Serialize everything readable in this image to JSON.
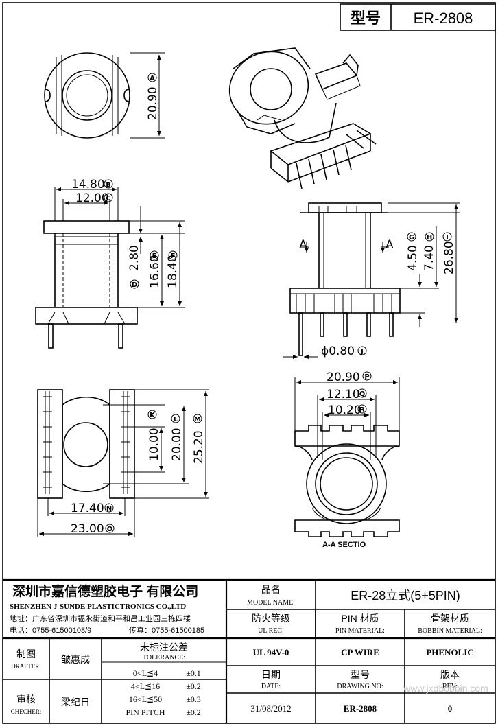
{
  "header": {
    "type_label": "型号",
    "part_number": "ER-2808"
  },
  "views": {
    "top_dims": {
      "A": "20.90"
    },
    "front_dims": {
      "B": "14.80",
      "C": "12.00",
      "D": "2.80",
      "E": "16.60",
      "F": "18.40"
    },
    "section_dims": {
      "G": "4.50",
      "H": "7.40",
      "I": "26.80",
      "J": "ϕ0.80",
      "section_mark": "A"
    },
    "bottom_dims": {
      "K": "10.00",
      "L": "20.00",
      "M": "25.20",
      "N": "17.40",
      "O": "23.00"
    },
    "end_dims": {
      "P": "20.90",
      "Q": "12.10",
      "R": "10.20"
    },
    "section_caption": "A-A SECTIO"
  },
  "title_block": {
    "company_cn": "深圳市嘉信德塑胶电子 有限公司",
    "company_en": "SHENZHEN J-SUNDE PLASTICTRONICS CO.,LTD",
    "address": "地址：广东省深圳市福永街道和平和昌工业园三栋四楼",
    "phone": "电话：0755-61500108/9",
    "fax": "传真：0755-61500185",
    "model_name_cn": "品名",
    "model_name_en": "MODEL NAME:",
    "model_name_value": "ER-28立式(5+5PIN)",
    "ul_rec_cn": "防火等级",
    "ul_rec_en": "UL REC:",
    "pin_material_cn": "PIN 材质",
    "pin_material_en": "PIN MATERIAL:",
    "bobbin_material_cn": "骨架材质",
    "bobbin_material_en": "BOBBIN MATERIAL:",
    "ul_value": "UL 94V-0",
    "pin_value": "CP WIRE",
    "bobbin_value": "PHENOLIC",
    "drafter_cn": "制图",
    "drafter_en": "DRAFTER:",
    "drafter_name": "皱惠成",
    "checker_cn": "审核",
    "checker_en": "CHECHER:",
    "checker_name": "梁纪日",
    "tolerance_cn": "未标注公差",
    "tolerance_en": "TOLERANCE:",
    "tolerances": [
      {
        "range": "0<L≦4",
        "value": "±0.1"
      },
      {
        "range": "4<L≦16",
        "value": "±0.2"
      },
      {
        "range": "16<L≦50",
        "value": "±0.3"
      },
      {
        "range": "PIN PITCH",
        "value": "±0.2"
      }
    ],
    "date_cn": "日期",
    "date_en": "DATE:",
    "date_value": "31/08/2012",
    "drawing_no_cn": "型号",
    "drawing_no_en": "DRAWING NO:",
    "drawing_no_value": "ER-2808",
    "rev_cn": "版本",
    "rev_en": "REV:",
    "rev_value": "0",
    "watermark": "www.jxdbobbin.com"
  }
}
